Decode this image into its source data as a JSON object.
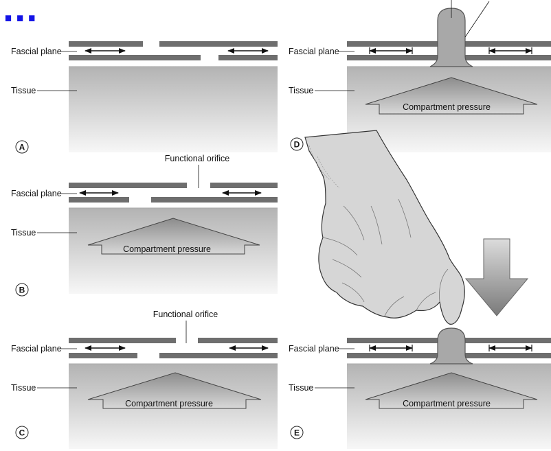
{
  "title": "...",
  "colors": {
    "title": "#1414e6",
    "fascia": "#6e6e6e",
    "tissue_top": "#b3b3b3",
    "tissue_bottom": "#f5f5f5"
  },
  "labels": {
    "fascial_plane": "Fascial plane",
    "tissue": "Tissue",
    "functional_orifice": "Functional orifice",
    "compartment_pressure": "Compartment pressure"
  },
  "panels": {
    "a": "A",
    "b": "B",
    "c": "C",
    "d": "D",
    "e": "E"
  },
  "icons": [
    "double-arrow-icon",
    "downward-arrow-icon",
    "hand-illustration"
  ]
}
